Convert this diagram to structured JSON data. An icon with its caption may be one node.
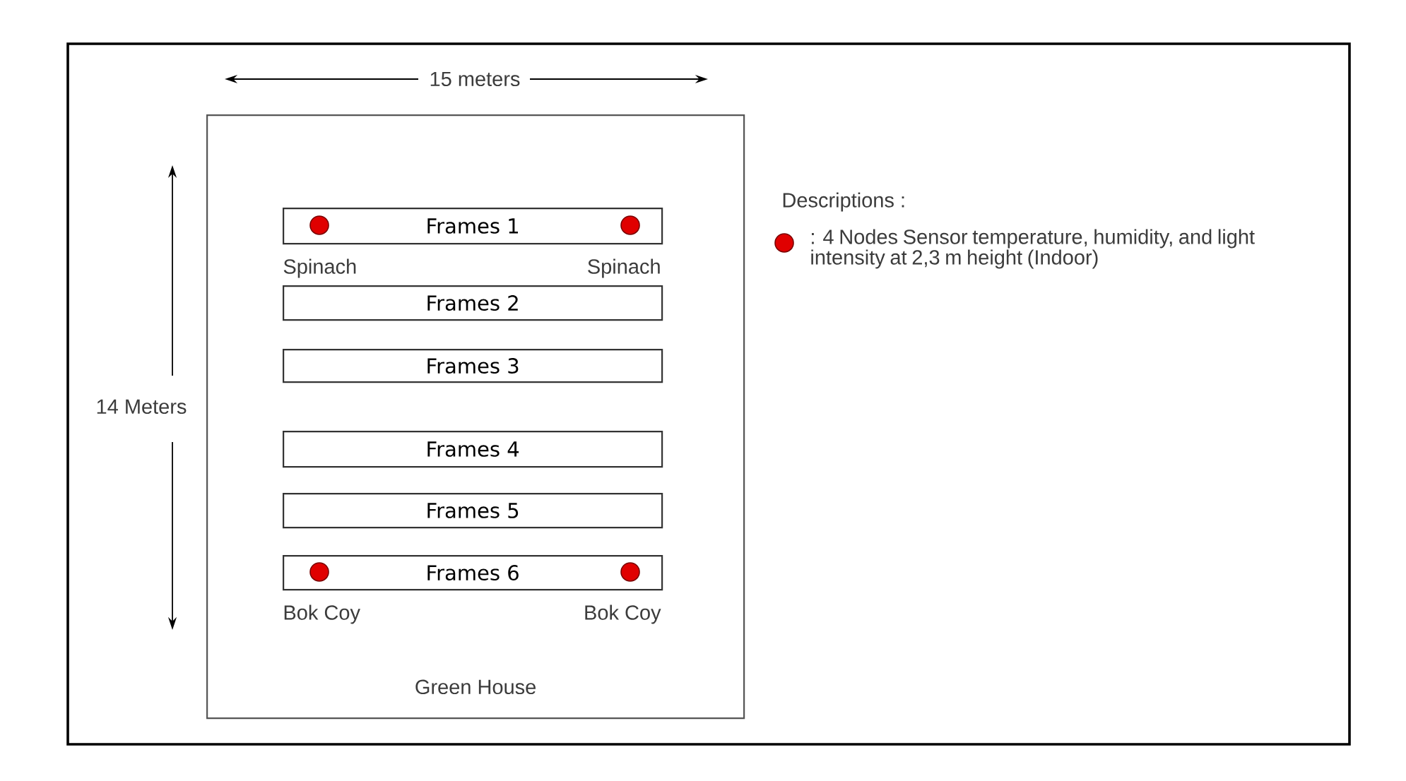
{
  "diagram": {
    "nodes": [
      {
        "text": [
          "Green House"
        ]
      },
      {
        "text": [
          "Frames 1"
        ],
        "in": 0,
        "beside": [
          "Spinach",
          "Spinach"
        ]
      },
      {
        "text": [
          "Frames 2"
        ],
        "in": 0
      },
      {
        "text": [
          "Frames 3"
        ],
        "in": 0
      },
      {
        "text": [
          "Frames 4"
        ],
        "in": 0
      },
      {
        "text": [
          "Frames 5"
        ],
        "in": 0
      },
      {
        "text": [
          "Frames 6"
        ],
        "in": 0,
        "beside": [
          "Bok Coy",
          "Bok Coy"
        ]
      }
    ],
    "labels": [
      "15 meters",
      "14 Meters",
      "Descriptions :"
    ],
    "legend": [
      {
        "text": ": 4 Nodes Sensor temperature, humidity, and light intensity at 2,3 m height (Indoor)",
        "color": "#e00000"
      }
    ]
  }
}
